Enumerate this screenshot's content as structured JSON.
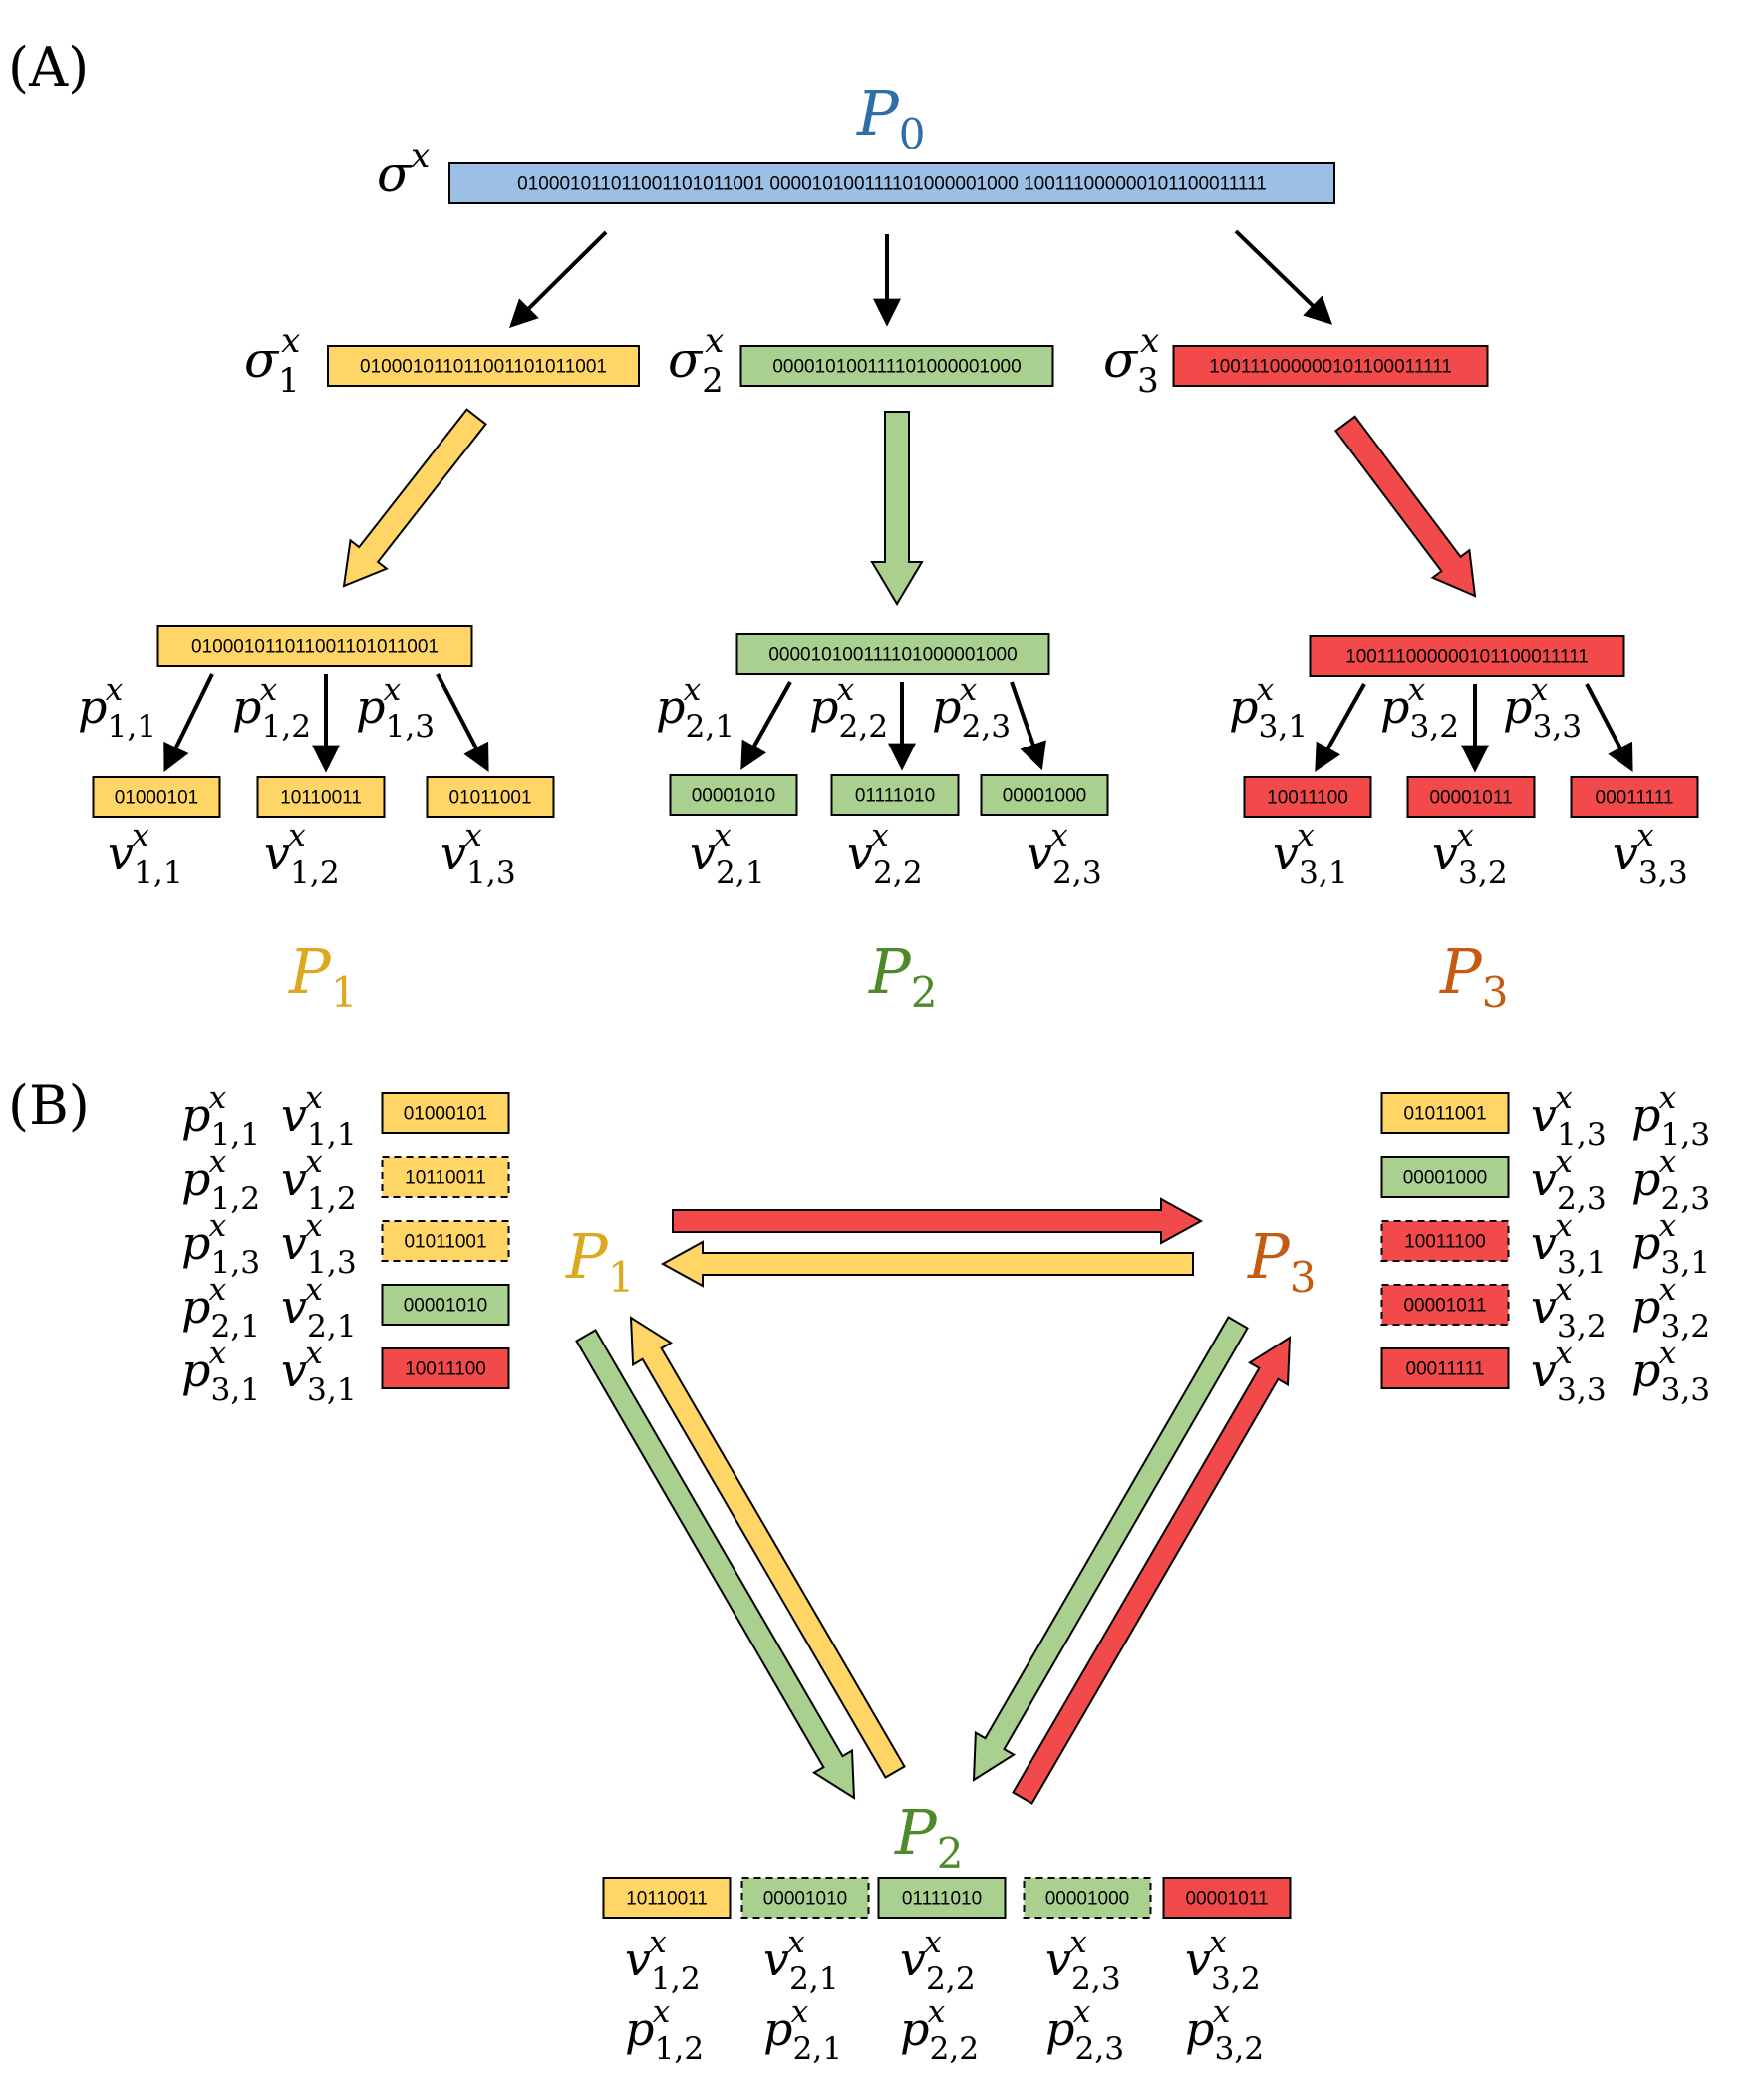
{
  "panels": {
    "a": "(A)",
    "b": "(B)"
  },
  "colors": {
    "blue": "#9bbfe5",
    "yellow": "#ffd666",
    "green": "#a9d08e",
    "red": "#f24a4a",
    "p0_label": "#2f6ea8",
    "p1_label": "#dca820",
    "p2_label": "#4e8a2a",
    "p3_label": "#c55a11"
  },
  "parties": {
    "p0": "P0",
    "p1": "P1",
    "p2": "P2",
    "p3": "P3"
  },
  "secret": {
    "label": "σx",
    "bits": "010001011011001101011001 000010100111101000001000 100111000000101100011111"
  },
  "shares": [
    {
      "label": "σ1x",
      "bits": "010001011011001101011001"
    },
    {
      "label": "σ2x",
      "bits": "000010100111101000001000"
    },
    {
      "label": "σ3x",
      "bits": "100111000000101100011111"
    }
  ],
  "subshares": [
    {
      "bits": "010001011011001101011001",
      "p": [
        "p1,1x",
        "p1,2x",
        "p1,3x"
      ],
      "v": [
        "v1,1x",
        "v1,2x",
        "v1,3x"
      ],
      "chunks": [
        "01000101",
        "10110011",
        "01011001"
      ]
    },
    {
      "bits": "000010100111101000001000",
      "p": [
        "p2,1x",
        "p2,2x",
        "p2,3x"
      ],
      "v": [
        "v2,1x",
        "v2,2x",
        "v2,3x"
      ],
      "chunks": [
        "00001010",
        "01111010",
        "00001000"
      ]
    },
    {
      "bits": "100111000000101100011111",
      "p": [
        "p3,1x",
        "p3,2x",
        "p3,3x"
      ],
      "v": [
        "v3,1x",
        "v3,2x",
        "v3,3x"
      ],
      "chunks": [
        "10011100",
        "00001011",
        "00011111"
      ]
    }
  ],
  "b_p1": [
    {
      "p": "p1,1x",
      "v": "v1,1x",
      "bits": "01000101"
    },
    {
      "p": "p1,2x",
      "v": "v1,2x",
      "bits": "10110011"
    },
    {
      "p": "p1,3x",
      "v": "v1,3x",
      "bits": "01011001"
    },
    {
      "p": "p2,1x",
      "v": "v2,1x",
      "bits": "00001010"
    },
    {
      "p": "p3,1x",
      "v": "v3,1x",
      "bits": "10011100"
    }
  ],
  "b_p3": [
    {
      "p": "p1,3x",
      "v": "v1,3x",
      "bits": "01011001"
    },
    {
      "p": "p2,3x",
      "v": "v2,3x",
      "bits": "00001000"
    },
    {
      "p": "p3,1x",
      "v": "v3,1x",
      "bits": "10011100"
    },
    {
      "p": "p3,2x",
      "v": "v3,2x",
      "bits": "00001011"
    },
    {
      "p": "p3,3x",
      "v": "v3,3x",
      "bits": "00011111"
    }
  ],
  "b_p2": [
    {
      "v": "v1,2x",
      "p": "p1,2x",
      "bits": "10110011"
    },
    {
      "v": "v2,1x",
      "p": "p2,1x",
      "bits": "00001010"
    },
    {
      "v": "v2,2x",
      "p": "p2,2x",
      "bits": "01111010"
    },
    {
      "v": "v2,3x",
      "p": "p2,3x",
      "bits": "00001000"
    },
    {
      "v": "v3,2x",
      "p": "p3,2x",
      "bits": "00001011"
    }
  ]
}
